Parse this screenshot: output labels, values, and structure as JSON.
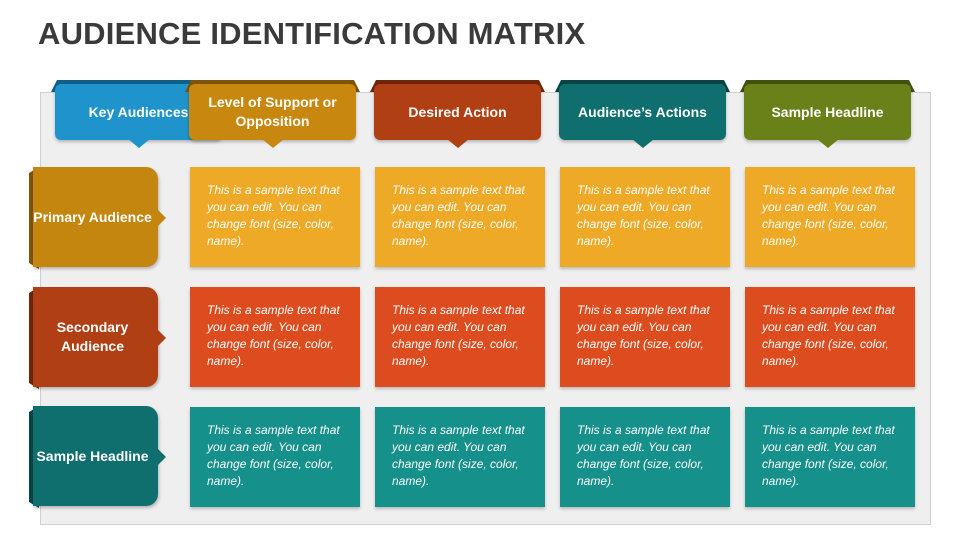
{
  "title": "AUDIENCE IDENTIFICATION MATRIX",
  "columns": [
    {
      "label": "Key Audiences",
      "color": "#1f94cc",
      "fold": "#0e5f88"
    },
    {
      "label": "Level of Support or Opposition",
      "color": "#c8880f",
      "fold": "#7e5408"
    },
    {
      "label": "Desired Action",
      "color": "#b13f14",
      "fold": "#6e250a"
    },
    {
      "label": "Audience’s Actions",
      "color": "#0f6f6e",
      "fold": "#094544"
    },
    {
      "label": "Sample Headline",
      "color": "#6a8119",
      "fold": "#40500d"
    }
  ],
  "rows": [
    {
      "label": "Primary Audience",
      "color": "#c4860f",
      "fold": "#7e5408",
      "cell_color": "#eea927"
    },
    {
      "label": "Secondary Audience",
      "color": "#b13f14",
      "fold": "#6e250a",
      "cell_color": "#dd4c1e"
    },
    {
      "label": "Sample Headline",
      "color": "#0f6f6e",
      "fold": "#094544",
      "cell_color": "#15908a"
    }
  ],
  "cells": [
    [
      "This is a sample text that you can edit. You can change font (size, color, name).",
      "This is a sample text that you can edit. You can change font (size, color, name).",
      "This is a sample text that you can edit. You can change font (size, color, name).",
      "This is a sample text that you can edit. You can change font (size, color, name)."
    ],
    [
      "This is a sample text that you can edit. You can change font (size, color, name).",
      "This is a sample text that you can edit. You can change font (size, color, name).",
      "This is a sample text that you can edit. You can change font (size, color, name).",
      "This is a sample text that you can edit. You can change font (size, color, name)."
    ],
    [
      "This is a sample text that you can edit. You can change font (size, color, name).",
      "This is a sample text that you can edit. You can change font (size, color, name).",
      "This is a sample text that you can edit. You can change font (size, color, name).",
      "This is a sample text that you can edit. You can change font (size, color, name)."
    ]
  ]
}
